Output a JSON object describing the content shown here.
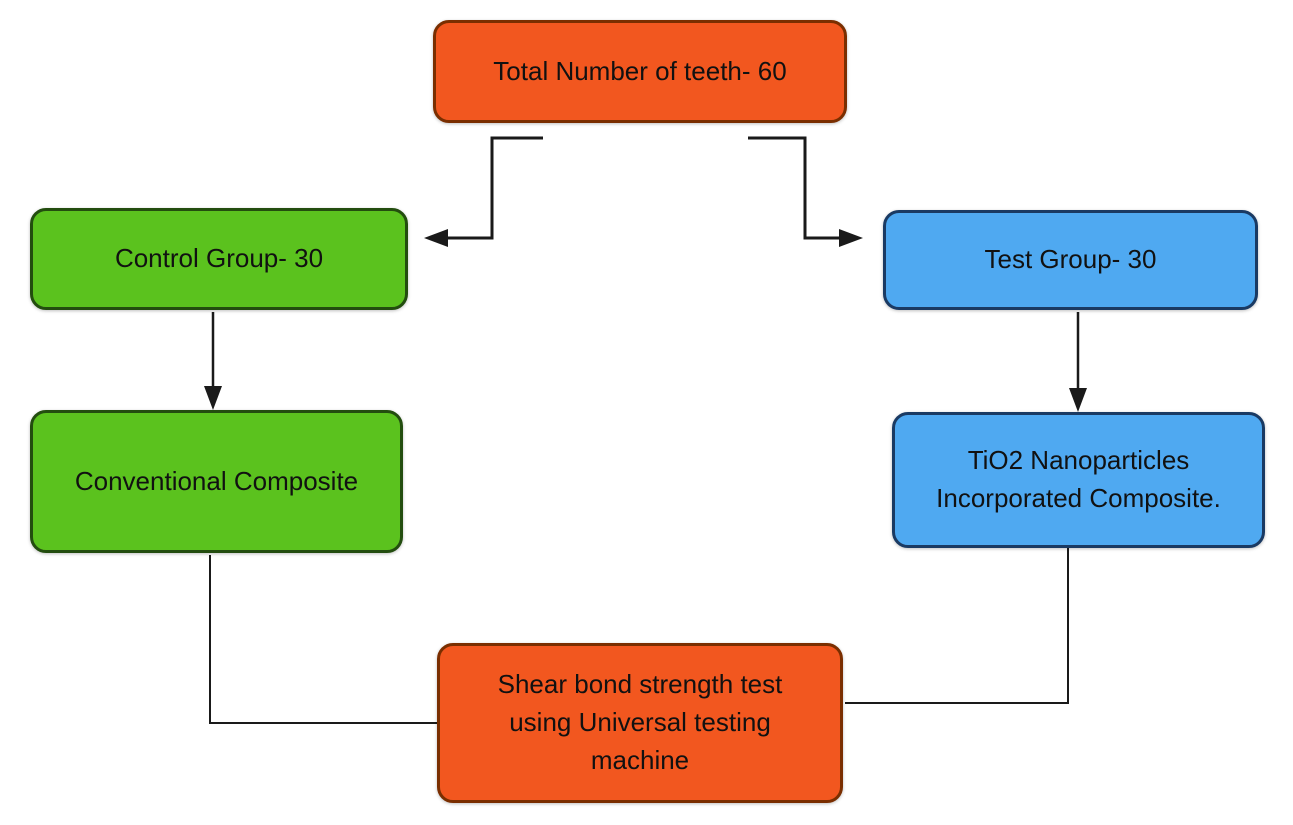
{
  "colors": {
    "orange_fill": "#F2571F",
    "orange_border": "#7A2E00",
    "green_fill": "#5BC21E",
    "green_border": "#234D0F",
    "blue_fill": "#4FA9F1",
    "blue_border": "#1A3A63",
    "connector": "#1A1A1A",
    "text": "#111111",
    "background": "#FFFFFF"
  },
  "nodes": {
    "total": {
      "label": "Total Number of teeth- 60"
    },
    "control": {
      "label": "Control Group- 30"
    },
    "test": {
      "label": "Test Group- 30"
    },
    "conventional": {
      "label": "Conventional Composite"
    },
    "tio2": {
      "label": "TiO2 Nanoparticles Incorporated Composite."
    },
    "shear": {
      "label": "Shear bond strength test using Universal testing machine"
    }
  }
}
